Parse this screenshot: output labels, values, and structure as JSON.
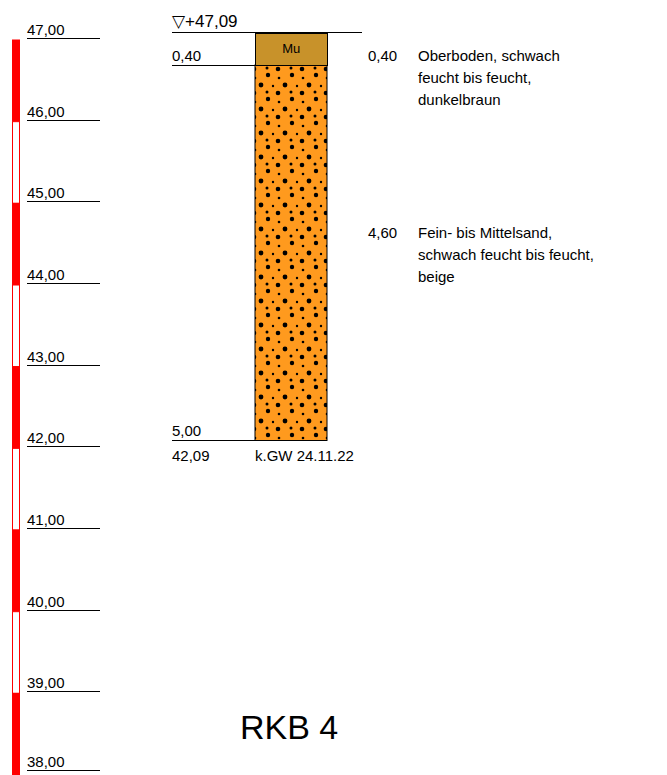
{
  "diagram": {
    "title": "RKB 4",
    "nodes": [
      {
        "text": [
          "Mu"
        ]
      }
    ],
    "labels": [
      "47,00",
      "46,00",
      "45,00",
      "44,00",
      "43,00",
      "42,00",
      "41,00",
      "40,00",
      "39,00",
      "38,00",
      "▽+47,09",
      "0,40",
      "0,40",
      "Oberboden, schwach feucht bis feucht, dunkelbraun",
      "4,60",
      "Fein- bis Mittelsand, schwach feucht bis feucht, beige",
      "5,00",
      "42,09",
      "k.GW 24.11.22"
    ]
  }
}
